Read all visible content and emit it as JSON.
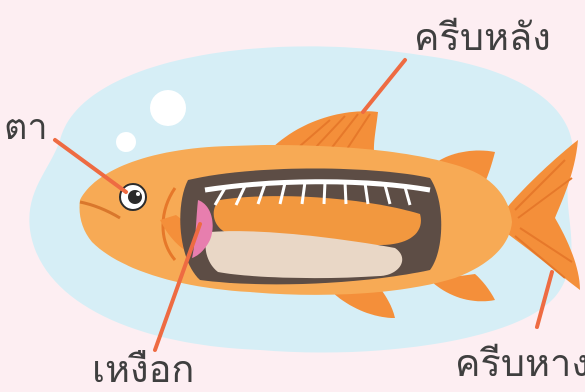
{
  "labels": {
    "dorsal_fin": "ครีบหลัง",
    "eye": "ตา",
    "gills": "เหงือก",
    "tail_fin": "ครีบหาง"
  },
  "colors": {
    "background": "#fdeef2",
    "blob": "#d6eef6",
    "body": "#f7aa55",
    "fin": "#f48f3a",
    "cavity": "#5d4d45",
    "gill": "#e77eae",
    "pointer_line": "#ee6b42",
    "text": "#3f3f3f"
  }
}
